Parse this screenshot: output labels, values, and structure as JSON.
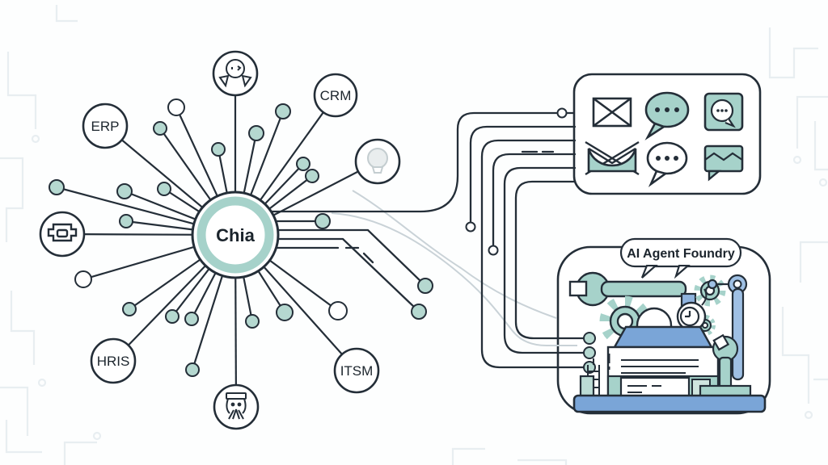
{
  "hub": {
    "label": "Chia"
  },
  "nodes": {
    "erp": {
      "label": "ERP"
    },
    "crm": {
      "label": "CRM"
    },
    "hris": {
      "label": "HRIS"
    },
    "itsm": {
      "label": "ITSM"
    },
    "person": {
      "icon": "user-icon"
    },
    "idea": {
      "icon": "lightbulb-icon"
    },
    "bot": {
      "icon": "robot-icon"
    },
    "agent": {
      "icon": "support-agent-icon"
    }
  },
  "channels_panel": {
    "icons": [
      "envelope-icon",
      "chat-bubble-filled-icon",
      "chat-square-icon",
      "envelope-open-icon",
      "chat-bubble-outline-icon",
      "message-sent-icon"
    ]
  },
  "foundry_panel": {
    "title": "AI Agent Foundry",
    "icons": [
      "wrench-icon",
      "gear-icon",
      "robot-head-icon",
      "clock-icon",
      "spanner-icon",
      "machine-icon",
      "ladder-icon",
      "platform-icon"
    ]
  },
  "colors": {
    "teal": "#a6d2ca",
    "teal_light": "#bcdcd5",
    "blue": "#7aa5d7",
    "blue_light": "#9fc0e4",
    "outline": "#242e38",
    "trace_gray": "#c9d2d7",
    "pattern": "#e8eef1"
  }
}
